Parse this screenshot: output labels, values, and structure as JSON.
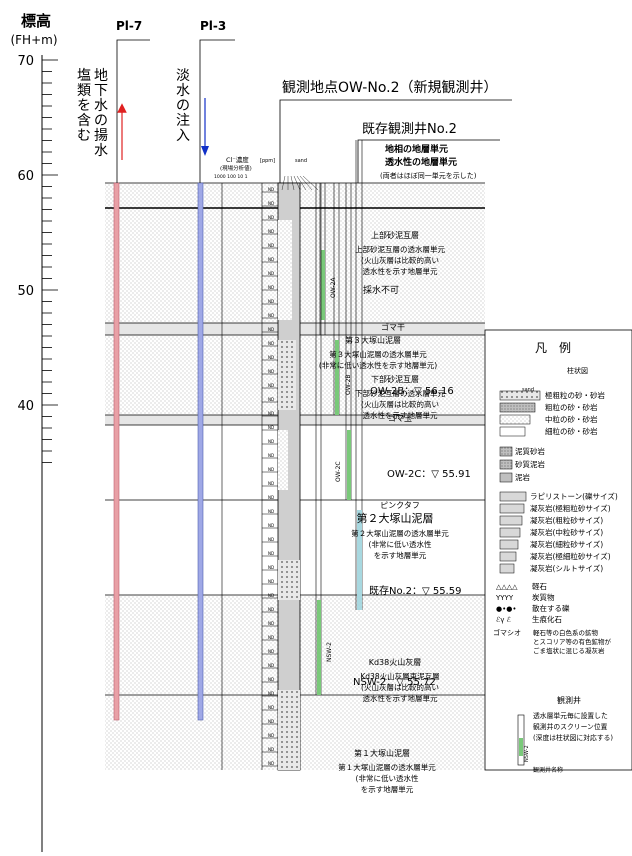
{
  "axis": {
    "title": "標高",
    "unit": "(FH+m)",
    "ticks": [
      {
        "value": 70,
        "label": "70"
      },
      {
        "value": 60,
        "label": "60"
      },
      {
        "value": 50,
        "label": "50"
      },
      {
        "value": 40,
        "label": "40"
      }
    ]
  },
  "wells": {
    "pl7": {
      "label": "Pl-7",
      "note": [
        "地下水の揚水",
        "塩類を含む"
      ],
      "color": "#e8a0a6",
      "arrow_color": "#e02020"
    },
    "pl3": {
      "label": "Pl-3",
      "note": [
        "淡水の注入"
      ],
      "color": "#9fa8e6",
      "arrow_color": "#1030c8"
    }
  },
  "titles": {
    "main": "観測地点OW-No.2（新規観測井）",
    "existing": "既存観測井No.2"
  },
  "log_header": {
    "cl_label": "Cl⁻濃度",
    "cl_sub": "(現場分析値)",
    "unit": "[ppm]",
    "scale": "1000  100  10  1",
    "sand": "sand"
  },
  "annotations": {
    "unit_title_1": "地相の地層単元",
    "unit_title_2": "透水性の地層単元",
    "unit_title_3": "(両者はほぼ同一単元を示した)",
    "no_sample": "採水不可"
  },
  "layers": [
    {
      "name": "上部砂泥互層",
      "desc": [
        "上部砂泥互層の透水層単元",
        "(火山灰層は比較的高い",
        "透水性を示す地層単元"
      ]
    },
    {
      "name": "ゴマ干",
      "desc": []
    },
    {
      "name": "第３大塚山泥層",
      "desc": [
        "第３大塚山泥層の透水層単元",
        "(非常に低い透水性を示す地層単元)"
      ]
    },
    {
      "name": "下部砂泥互層",
      "desc": [
        "下部砂泥互層の透水層単元",
        "(火山灰層は比較的高い",
        "透水性を示す地層単元"
      ]
    },
    {
      "name": "ゴマ玉",
      "desc": []
    },
    {
      "name": "ピンクタフ",
      "desc": []
    },
    {
      "name": "第２大塚山泥層",
      "desc": [
        "第２大塚山泥層の透水層単元",
        "(非常に低い透水性",
        "を示す地層単元"
      ]
    },
    {
      "name": "Kd38火山灰層",
      "desc": [
        "Kd38火山灰層東泥互層",
        "(火山灰層は比較的高い",
        "透水性を示す地層単元"
      ]
    },
    {
      "name": "第１大塚山泥層",
      "desc": [
        "第１大塚山泥層の透水層単元",
        "(非常に低い透水性",
        "を示す地層単元"
      ]
    }
  ],
  "water_levels": [
    {
      "label": "OW-2B：",
      "value": "56.16"
    },
    {
      "label": "OW-2C：",
      "value": "55.91"
    },
    {
      "label": "既存No.2：",
      "value": "55.59"
    },
    {
      "label": "NSW-2：",
      "value": "55.72"
    }
  ],
  "screens": {
    "ow2a": "OW-2A",
    "ow2b": "OW-2B",
    "ow2c": "OW-2C",
    "nsw2": "NSW-2"
  },
  "legend": {
    "title": "凡　例",
    "sub_log": "柱状図",
    "sand_header": "sand",
    "rock_items": [
      "極粗粒の砂・砂岩",
      "粗粒の砂・砂岩",
      "中粒の砂・砂岩",
      "細粒の砂・砂岩"
    ],
    "mud_items": [
      "泥質砂岩",
      "砂質泥岩",
      "泥岩"
    ],
    "tuff_items": [
      "ラピリストーン(礫サイズ)",
      "凝灰岩(極粗粒砂サイズ)",
      "凝灰岩(粗粒砂サイズ)",
      "凝灰岩(中粒砂サイズ)",
      "凝灰岩(細粒砂サイズ)",
      "凝灰岩(極細粒砂サイズ)",
      "凝灰岩(シルトサイズ)"
    ],
    "symbol_items": [
      {
        "sym": "△△△△",
        "text": "軽石"
      },
      {
        "sym": "YYYY",
        "text": "炭質物"
      },
      {
        "sym": "●•●•",
        "text": "散在する礫"
      },
      {
        "sym": "ℰγ ℰ",
        "text": "生痕化石"
      }
    ],
    "gomashio": {
      "sym": "ゴマシオ",
      "text": [
        "軽石等の白色系の鉱物",
        "とスコリア等の有色鉱物が",
        "ごま塩状に混じる凝灰岩"
      ]
    },
    "well_title": "観測井",
    "well_desc": [
      "透水層単元毎に設置した",
      "観測井のスクリーン位置",
      "(深度は柱状図に対応する)"
    ],
    "well_name_label": "観測井名称",
    "well_name_sample": "NSW-2"
  }
}
